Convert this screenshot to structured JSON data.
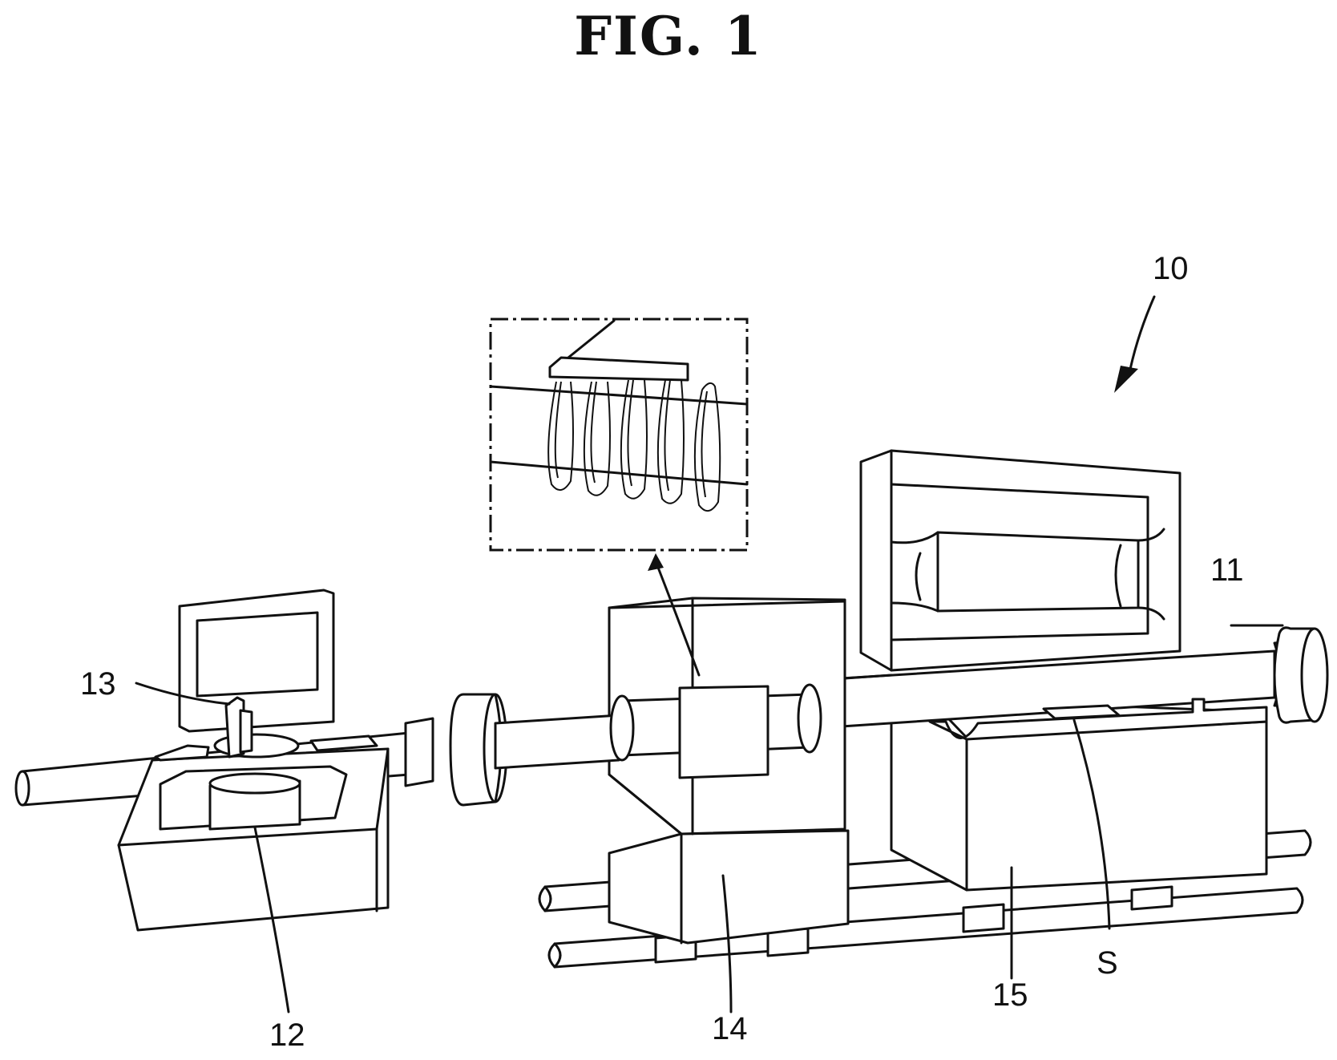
{
  "figure": {
    "title": "FIG.  1"
  },
  "labels": {
    "l10": "10",
    "l11": "11",
    "l12": "12",
    "l13": "13",
    "l14": "14",
    "l15": "15",
    "lS": "S"
  },
  "colors": {
    "ink": "#111111",
    "paper": "#ffffff"
  }
}
